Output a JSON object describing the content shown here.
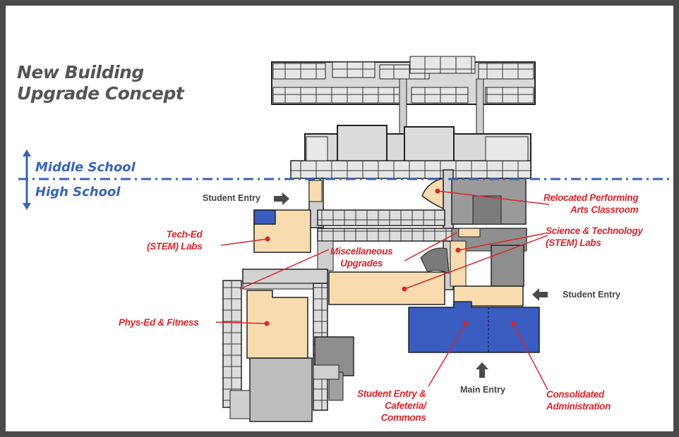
{
  "title": {
    "line1": "New Building",
    "line2": "Upgrade Concept"
  },
  "divider": {
    "upper_label": "Middle School",
    "lower_label": "High School",
    "color": "#3a63b8"
  },
  "labels": {
    "performing_arts": "Relocated Performing\nArts Classroom",
    "science_tech": "Science & Technology\n(STEM) Labs",
    "tech_ed": "Tech-Ed\n(STEM) Labs",
    "misc": "Miscellaneous\nUpgrades",
    "phys_ed": "Phys-Ed & Fitness",
    "cafeteria": "Student Entry &\nCafeteria/\nCommons",
    "administration": "Consolidated\nAdministration"
  },
  "entries": {
    "student_entry_left": "Student Entry",
    "student_entry_right": "Student Entry",
    "main_entry": "Main Entry"
  },
  "colors": {
    "callout_red": "#d9252b",
    "upgrade_tan": "#f8dcaf",
    "new_blue": "#3a5bbf",
    "existing_light": "#d8d8d8",
    "existing_dark": "#8c8c8c"
  }
}
